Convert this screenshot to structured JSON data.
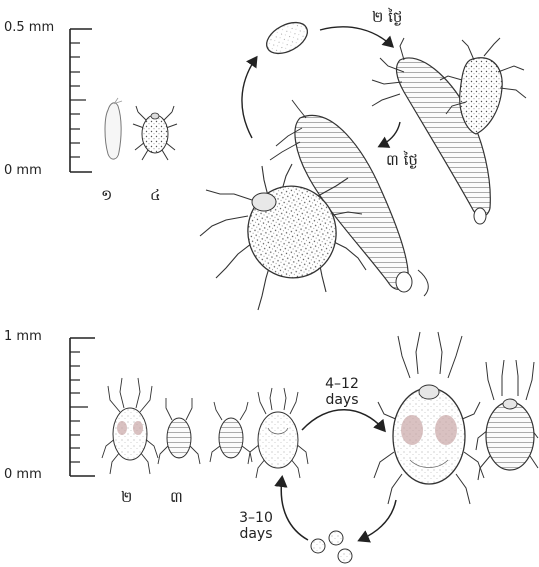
{
  "top_scale": {
    "max_label": "0.5 mm",
    "min_label": "0 mm",
    "stage_labels": [
      "១",
      "៤"
    ]
  },
  "top_cycle": {
    "arrow_label_1": "២ ថ្ងៃ",
    "arrow_label_2": "៣ ថ្ងៃ"
  },
  "bottom_scale": {
    "max_label": "1 mm",
    "min_label": "0 mm",
    "stage_labels": [
      "២",
      "៣"
    ]
  },
  "bottom_cycle": {
    "arrow_label_upper": [
      "4–12",
      "days"
    ],
    "arrow_label_lower": [
      "3–10",
      "days"
    ]
  },
  "colors": {
    "ink": "#222222",
    "stipple": "#666666",
    "pink_patch": "#c9a6a6"
  }
}
